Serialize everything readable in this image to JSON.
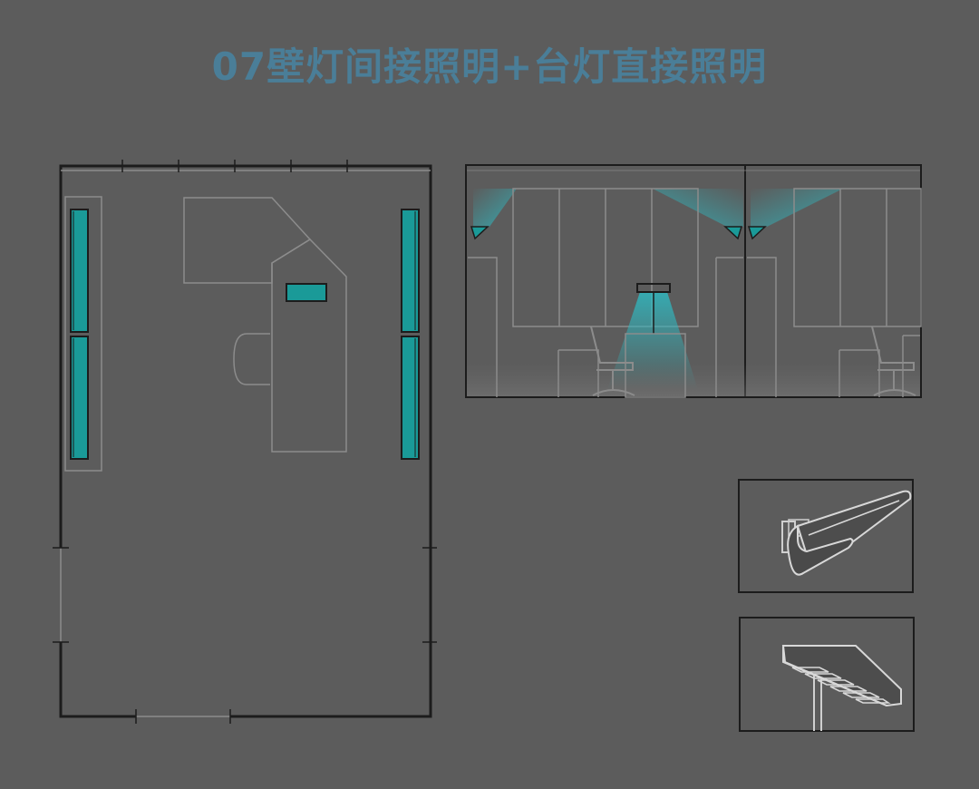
{
  "title": "07壁灯间接照明+台灯直接照明",
  "colors": {
    "background": "#5c5c5c",
    "title": "#4a7e98",
    "line_light": "#8c8c8c",
    "line_dark": "#1c1c1c",
    "accent": "#1a9a98",
    "light_beam": "#2fb8c0"
  },
  "panels": {
    "floor_plan": "plan-view",
    "section": "section-view",
    "wall_lamp_detail": "wall-lamp",
    "desk_lamp_detail": "desk-lamp"
  }
}
